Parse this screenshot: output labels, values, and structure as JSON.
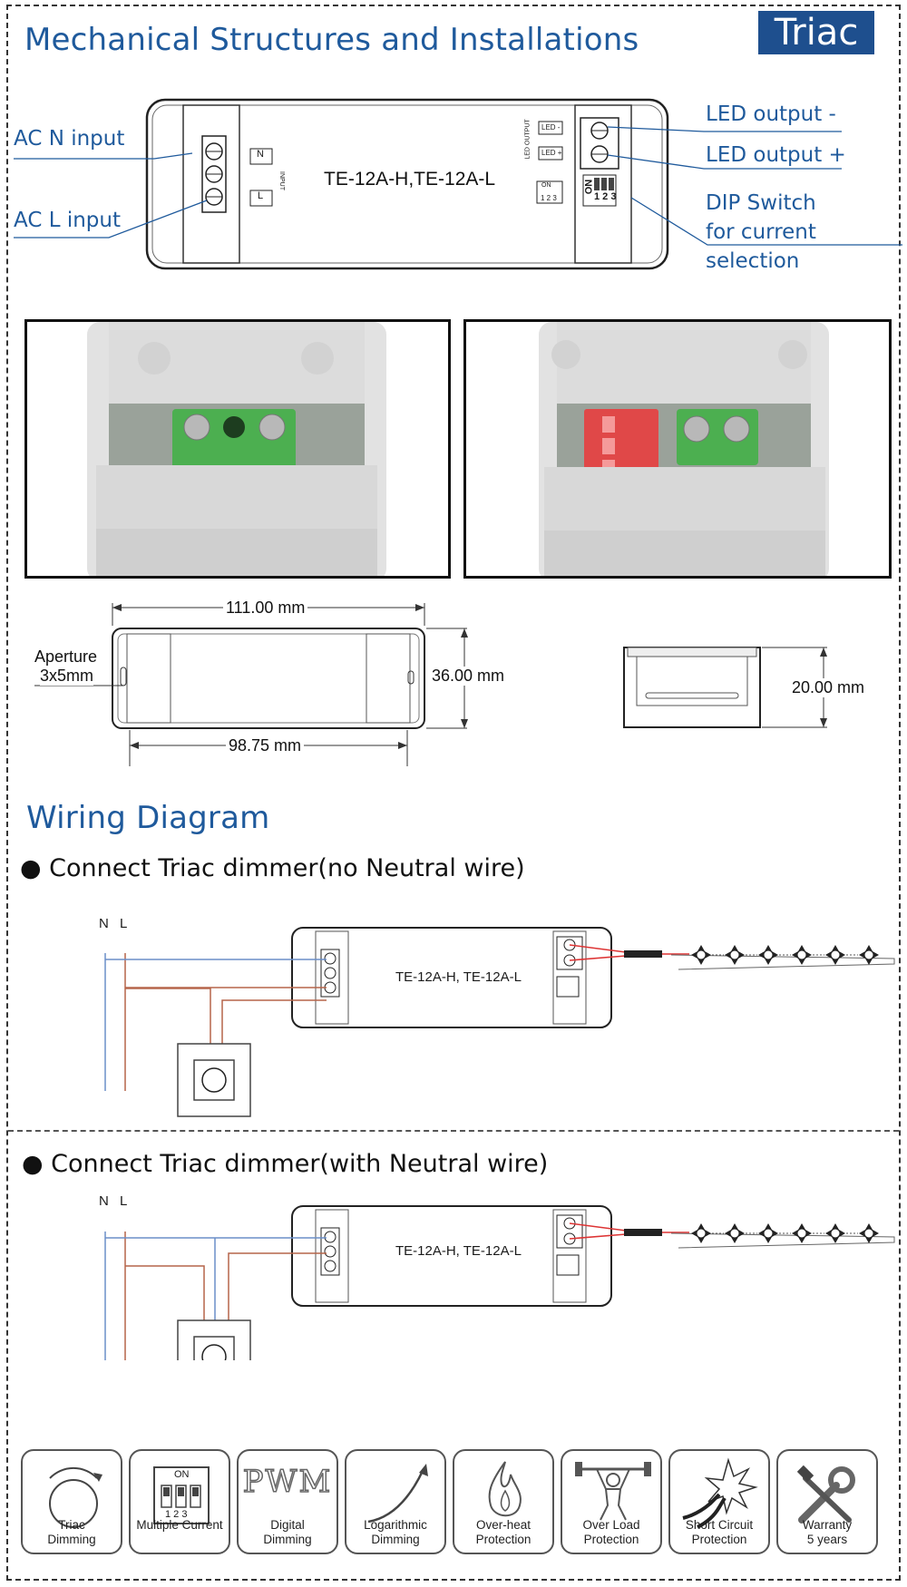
{
  "header": {
    "title": "Mechanical Structures and Installations",
    "badge": "Triac"
  },
  "device": {
    "model_top": "TE-12A-H,TE-12A-L",
    "model_wiring": "TE-12A-H, TE-12A-L",
    "terminal_n": "N",
    "terminal_l": "L",
    "input_label": "INPUT",
    "led_minus_label": "LED -",
    "led_plus_label": "LED +",
    "led_output_label": "LED OUTPUT",
    "dip_on": "ON",
    "dip_positions": "1 2 3"
  },
  "callouts": {
    "ac_n": "AC N input",
    "ac_l": "AC L input",
    "led_minus": "LED output -",
    "led_plus": "LED output +",
    "dip_line1": "DIP Switch",
    "dip_line2": "for current selection"
  },
  "dimensions": {
    "length": "111.00 mm",
    "width": "36.00 mm",
    "hole_spacing": "98.75 mm",
    "height": "20.00 mm",
    "aperture_line1": "Aperture",
    "aperture_line2": "3x5mm"
  },
  "wiring": {
    "title": "Wiring Diagram",
    "case1": "Connect Triac dimmer(no Neutral wire)",
    "case2": "Connect Triac dimmer(with Neutral wire)",
    "n": "N",
    "l": "L"
  },
  "features": [
    {
      "line1": "Triac",
      "line2": "Dimming",
      "icon": "dimmer-knob-icon"
    },
    {
      "line1": "Multiple Current",
      "line2": "",
      "icon": "dip-switch-icon",
      "icon_text": "ON",
      "icon_sub": "1 2 3"
    },
    {
      "line1": "Digital",
      "line2": "Dimming",
      "icon": "pwm-icon",
      "icon_text": "PWM"
    },
    {
      "line1": "Logarithmic",
      "line2": "Dimming",
      "icon": "curve-icon"
    },
    {
      "line1": "Over-heat",
      "line2": "Protection",
      "icon": "flame-icon"
    },
    {
      "line1": "Over Load",
      "line2": "Protection",
      "icon": "weightlifter-icon"
    },
    {
      "line1": "Short Circuit",
      "line2": "Protection",
      "icon": "spark-icon"
    },
    {
      "line1": "Warranty",
      "line2": "5 years",
      "icon": "tools-icon"
    }
  ],
  "colors": {
    "accent_blue": "#1f5a9c",
    "badge_bg": "#1e4f8e",
    "wire_blue": "#6b8fc9",
    "wire_brown": "#b5654a",
    "terminal_green": "#4caf50",
    "dip_red": "#e04848"
  }
}
